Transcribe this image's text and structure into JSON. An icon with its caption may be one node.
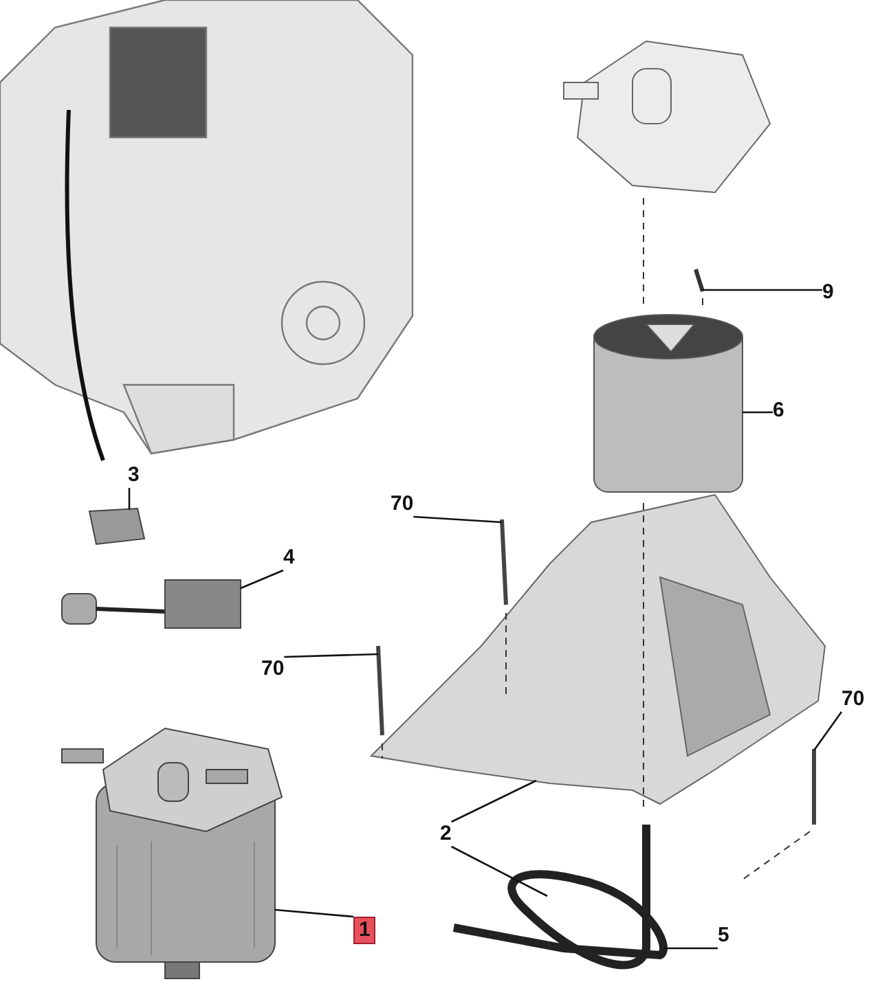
{
  "diagram": {
    "nodes": [
      {
        "text": [
          "9"
        ]
      },
      {
        "text": [
          "6"
        ]
      },
      {
        "text": [
          "3"
        ]
      },
      {
        "text": [
          "4"
        ]
      },
      {
        "text": [
          "70"
        ]
      },
      {
        "text": [
          "70"
        ]
      },
      {
        "text": [
          "70"
        ]
      },
      {
        "text": [
          "2"
        ]
      },
      {
        "text": [
          "1"
        ]
      },
      {
        "text": [
          "5"
        ]
      },
      {
        "text": [],
        "shape": "picture"
      },
      {
        "text": [],
        "shape": "picture"
      },
      {
        "text": [],
        "shape": "picture"
      },
      {
        "text": [],
        "shape": "picture"
      },
      {
        "text": [],
        "shape": "picture"
      },
      {
        "text": [],
        "shape": "picture"
      },
      {
        "text": [],
        "shape": "picture"
      },
      {
        "text": [],
        "shape": "picture"
      },
      {
        "text": [],
        "shape": "picture"
      },
      {
        "text": [],
        "shape": "picture"
      }
    ],
    "edges": [
      {
        "from": 0,
        "to": 10,
        "arrow": "none"
      },
      {
        "from": 1,
        "to": 11,
        "arrow": "none"
      },
      {
        "from": 2,
        "to": 12,
        "arrow": "none"
      },
      {
        "from": 3,
        "to": 13,
        "arrow": "none"
      },
      {
        "from": 4,
        "to": 14,
        "arrow": "none"
      },
      {
        "from": 5,
        "to": 15,
        "arrow": "none"
      },
      {
        "from": 6,
        "to": 16,
        "arrow": "none"
      },
      {
        "from": 7,
        "to": 17,
        "arrow": "none"
      },
      {
        "from": 7,
        "to": 19,
        "arrow": "none"
      },
      {
        "from": 8,
        "to": 18,
        "arrow": "none"
      },
      {
        "from": 9,
        "to": 19,
        "arrow": "none"
      }
    ]
  }
}
